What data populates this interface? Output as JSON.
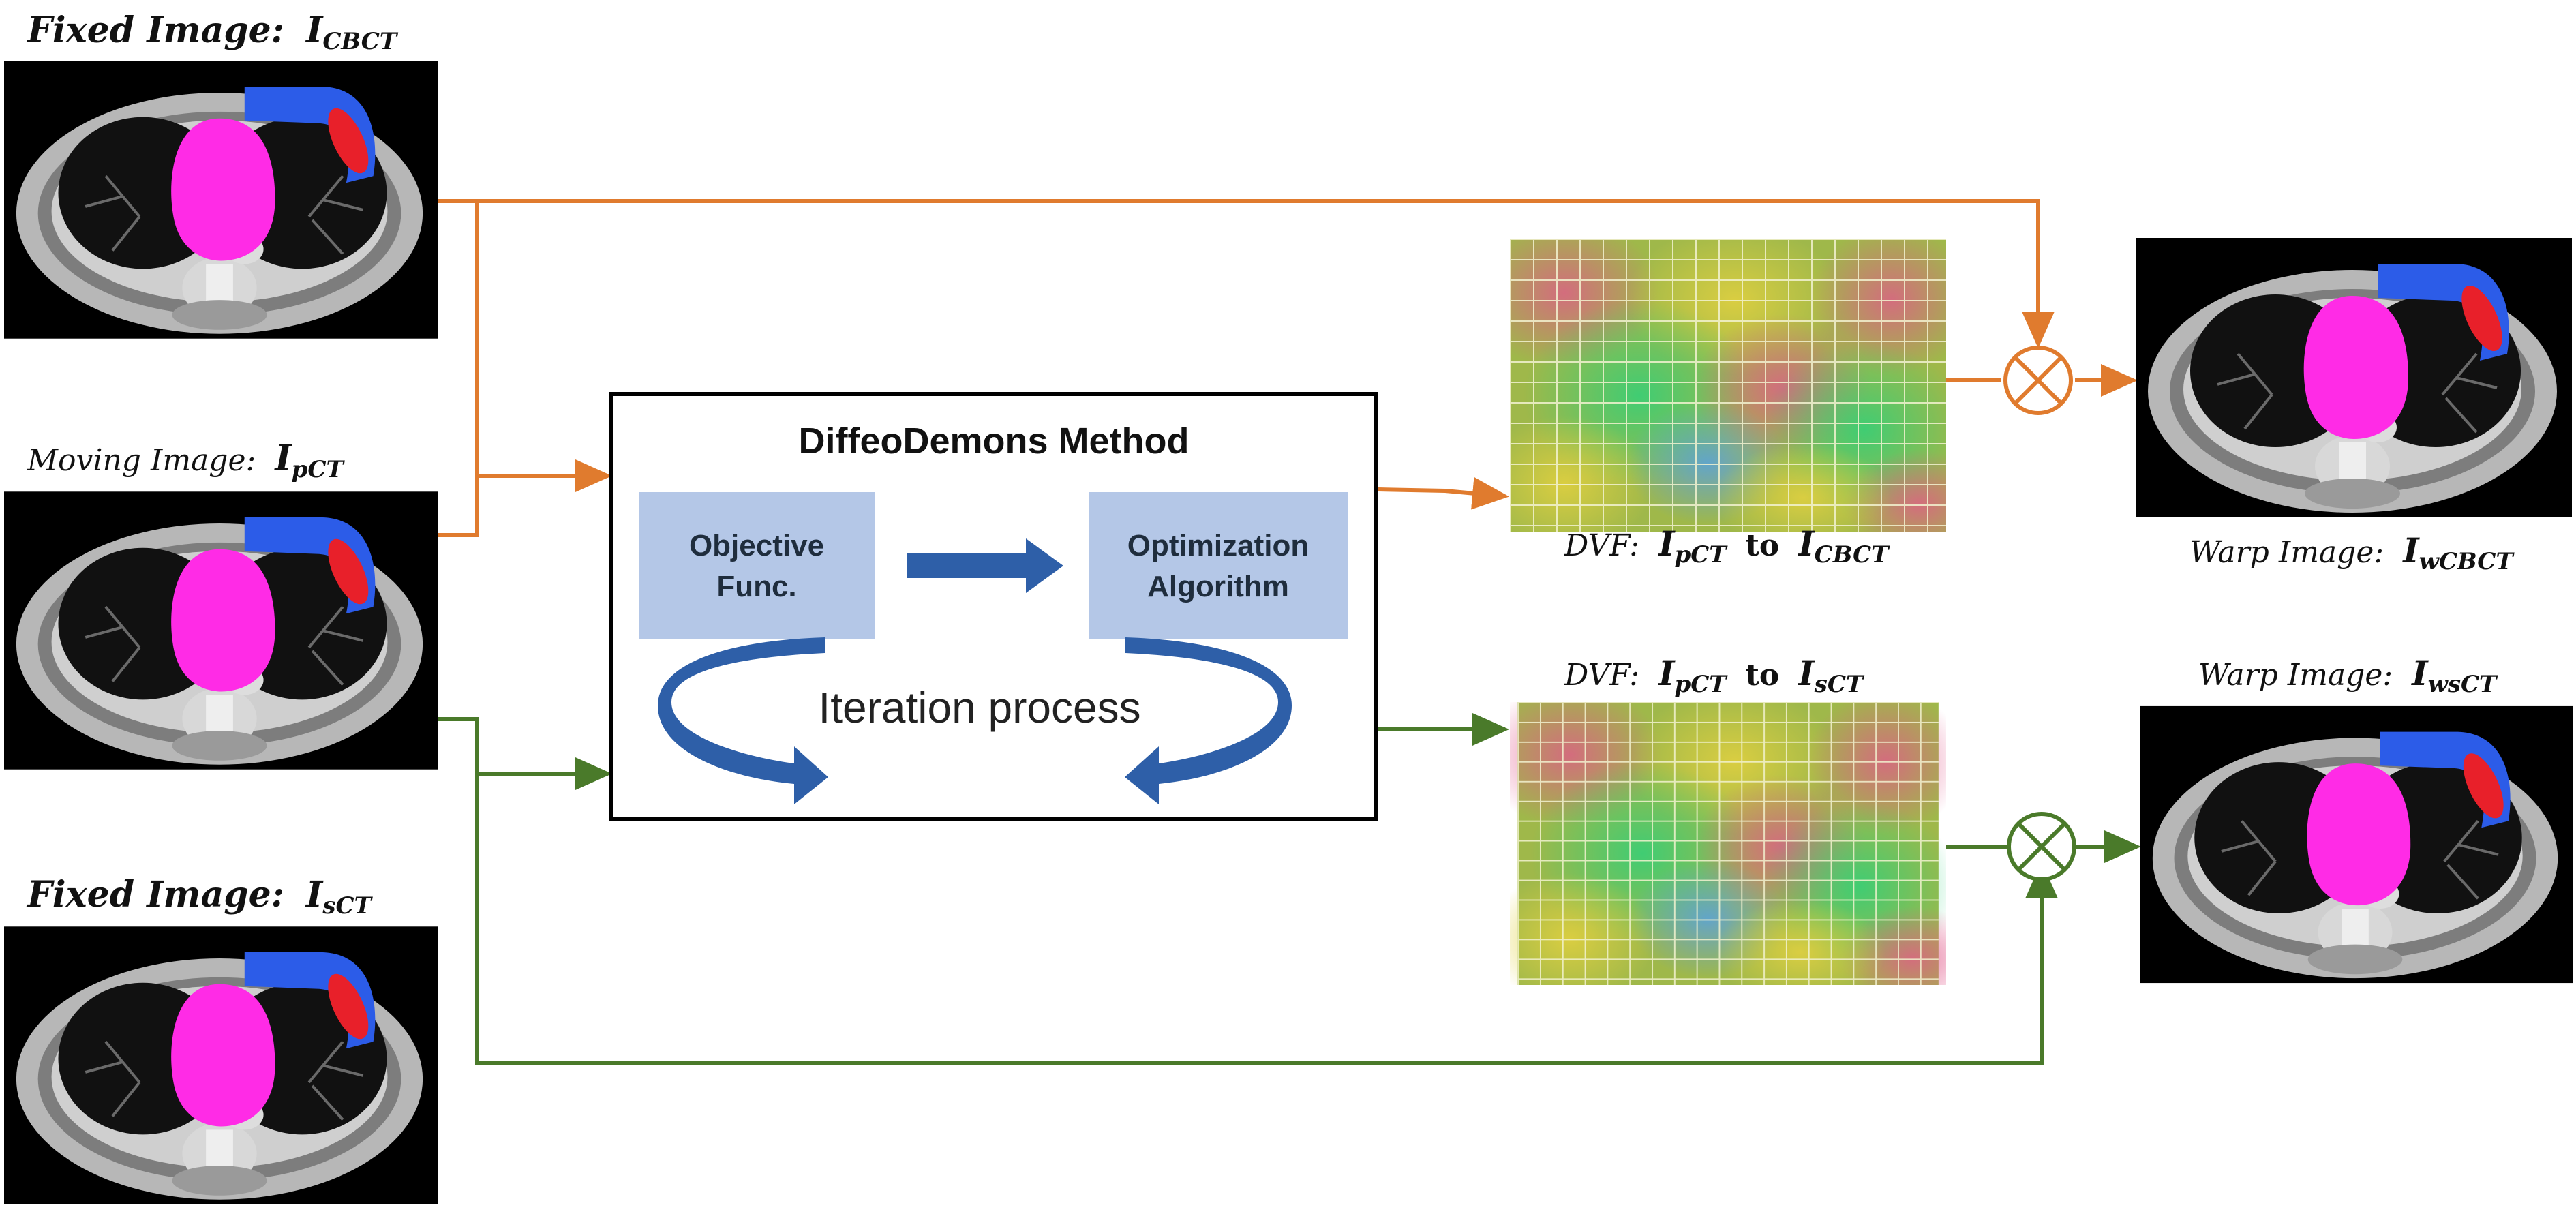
{
  "colors": {
    "orange": "#E07B2E",
    "green": "#4A7A2A",
    "box_fill": "#B4C7E7",
    "blue_arrow": "#2E5FA8",
    "heart": "#FF2BE6",
    "chest_wall_blue": "#2C5CE8",
    "breast_red": "#E8202A"
  },
  "inputs": {
    "fixed_cbct": {
      "label": "Fixed Image:",
      "sym": "I",
      "sub": "CBCT"
    },
    "moving_pct": {
      "label": "Moving Image:",
      "sym": "I",
      "sub": "pCT"
    },
    "fixed_sct": {
      "label": "Fixed Image:",
      "sym": "I",
      "sub": "sCT"
    }
  },
  "method": {
    "title": "DiffeoDemons Method",
    "objective_line1": "Objective",
    "objective_line2": "Func.",
    "optimization_line1": "Optimization",
    "optimization_line2": "Algorithm",
    "iteration": "Iteration process"
  },
  "dvf": {
    "cbct": {
      "label": "DVF:",
      "sym1": "I",
      "sub1": "pCT",
      "to": "to",
      "sym2": "I",
      "sub2": "CBCT"
    },
    "sct": {
      "label": "DVF:",
      "sym1": "I",
      "sub1": "pCT",
      "to": "to",
      "sym2": "I",
      "sub2": "sCT"
    }
  },
  "outputs": {
    "warp_cbct": {
      "label": "Warp Image:",
      "sym": "I",
      "sub": "wCBCT"
    },
    "warp_sct": {
      "label": "Warp Image:",
      "sym": "I",
      "sub": "wsCT"
    }
  },
  "icons": [
    "ct-slice-icon",
    "dvf-grid-icon",
    "multiply-circle-icon",
    "right-arrow-icon",
    "curved-arrow-icon"
  ]
}
